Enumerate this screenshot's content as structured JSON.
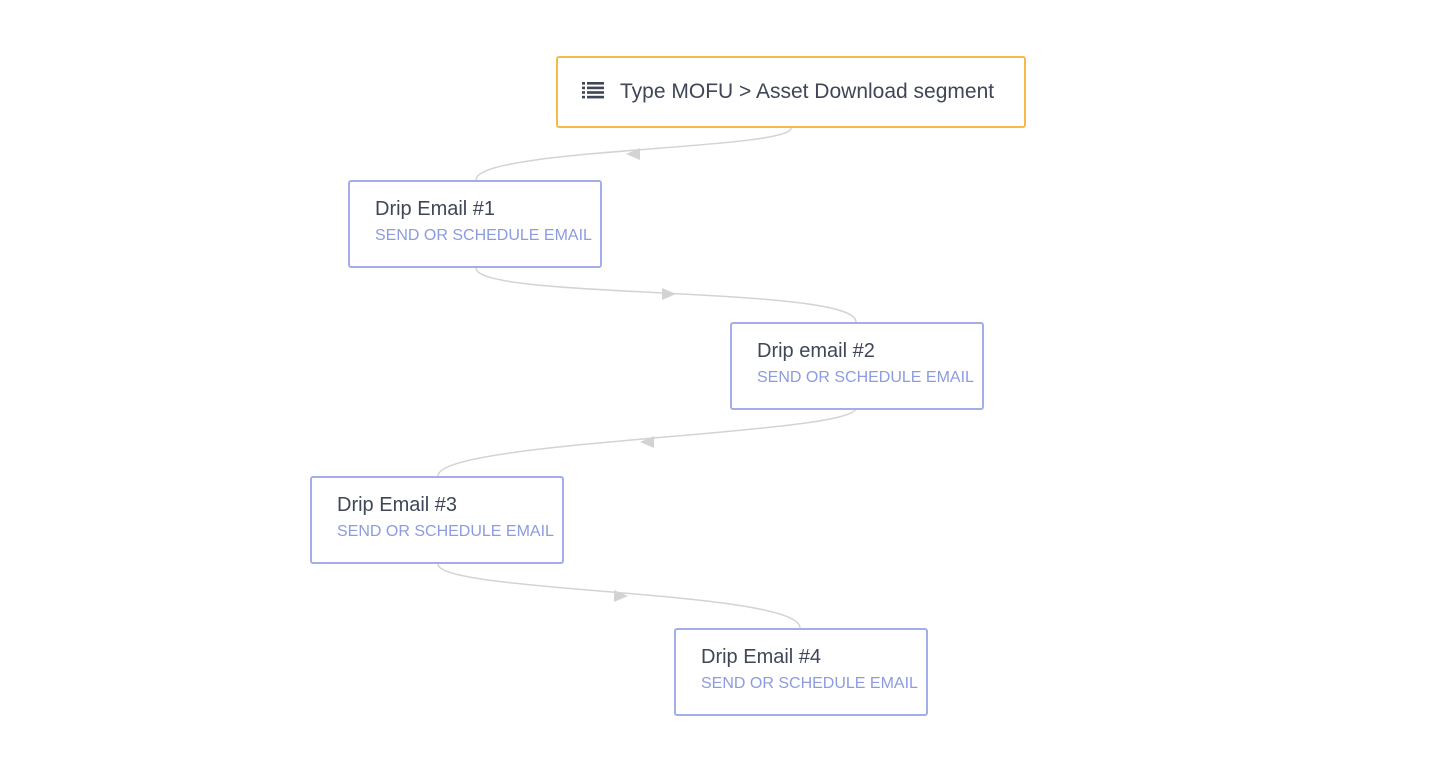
{
  "trigger": {
    "icon": "list-icon",
    "label": "Type MOFU > Asset Download segment",
    "border_color": "#f6b94a"
  },
  "steps": [
    {
      "title": "Drip Email #1",
      "subtitle": "SEND OR SCHEDULE EMAIL"
    },
    {
      "title": "Drip email #2",
      "subtitle": "SEND OR SCHEDULE EMAIL"
    },
    {
      "title": "Drip Email #3",
      "subtitle": "SEND OR SCHEDULE EMAIL"
    },
    {
      "title": "Drip Email #4",
      "subtitle": "SEND OR SCHEDULE EMAIL"
    }
  ],
  "colors": {
    "step_border": "#a3aee9",
    "step_subtitle": "#8d9be0",
    "connector": "#d3d3d3",
    "text": "#3f4656"
  }
}
